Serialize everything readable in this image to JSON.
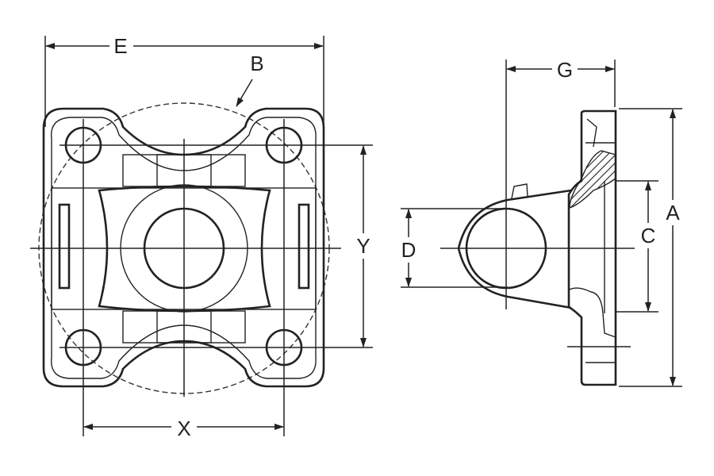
{
  "drawing": {
    "front_view": {
      "labels": {
        "E": "E",
        "B": "B",
        "Y": "Y",
        "X": "X"
      }
    },
    "side_view": {
      "labels": {
        "G": "G",
        "D": "D",
        "C": "C",
        "A": "A"
      }
    },
    "line_color": "#222222"
  }
}
